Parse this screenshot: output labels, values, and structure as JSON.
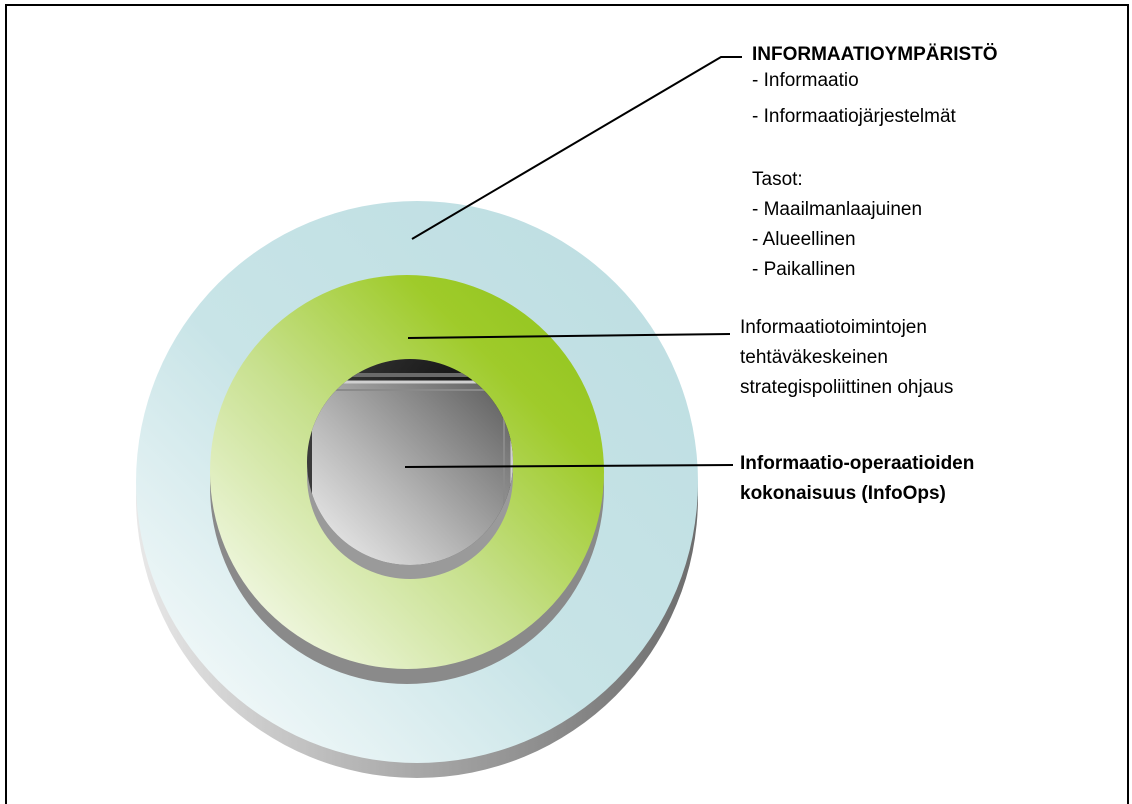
{
  "outer_ring": {
    "title": "INFORMAATIOYMPÄRISTÖ",
    "items": [
      "- Informaatio",
      "- Informaatiojärjestelmät"
    ],
    "levels_title": "Tasot:",
    "levels": [
      "- Maailmanlaajuinen",
      "- Alueellinen",
      "- Paikallinen"
    ],
    "color": "#c3e1e4"
  },
  "middle_ring": {
    "lines": [
      "Informaatiotoimintojen",
      "tehtäväkeskeinen",
      "strategispoliittinen ohjaus"
    ],
    "color": "#97c81c"
  },
  "inner_core": {
    "lines": [
      "Informaatio-operaatioiden",
      "kokonaisuus (InfoOps)"
    ]
  }
}
